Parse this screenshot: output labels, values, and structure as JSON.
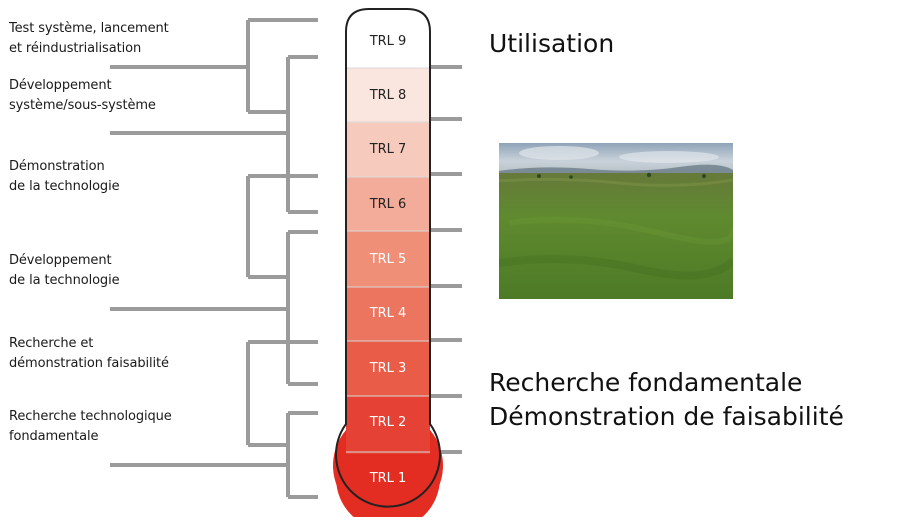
{
  "phases": [
    {
      "text": "Test système, lancement\net réindustrialisation"
    },
    {
      "text": "Développement\nsystème/sous-système"
    },
    {
      "text": "Démonstration\nde la technologie"
    },
    {
      "text": "Développement\nde la technologie"
    },
    {
      "text": "Recherche et\ndémonstration faisabilité"
    },
    {
      "text": "Recherche technologique\nfondamentale"
    }
  ],
  "levels": [
    "TRL 9",
    "TRL 8",
    "TRL 7",
    "TRL 6",
    "TRL 5",
    "TRL 4",
    "TRL 3",
    "TRL 2",
    "TRL 1"
  ],
  "level_colors": [
    "#ffffff",
    "#fbe5df",
    "#f7cabe",
    "#f4ac9a",
    "#f08f78",
    "#ec7560",
    "#e95c48",
    "#e54235",
    "#e32c22"
  ],
  "right_labels": {
    "top": "Utilisation",
    "bottom": "Recherche fondamentale\nDémonstration de faisabilité"
  },
  "photo": {
    "subject": "grassy-field-landscape"
  },
  "colors": {
    "connector": "#9b9b9b",
    "outline": "#222222"
  }
}
